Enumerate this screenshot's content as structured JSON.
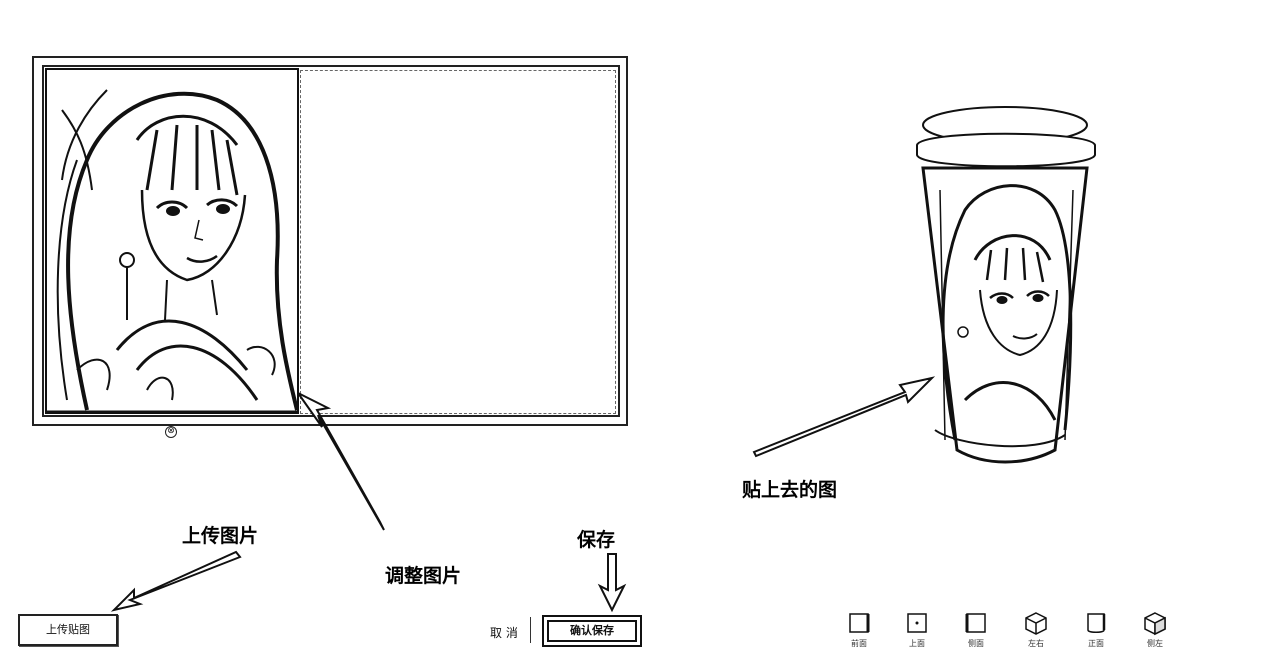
{
  "editor": {
    "rotate_glyph": "⊗"
  },
  "annotations": {
    "upload_image": "上传图片",
    "adjust_image": "调整图片",
    "save": "保存",
    "applied_image": "贴上去的图"
  },
  "buttons": {
    "upload_sticker": "上传贴图",
    "cancel": "取 消",
    "save_confirm": "确认保存"
  },
  "views": [
    {
      "label": "前面",
      "icon": "cube-front-icon"
    },
    {
      "label": "上面",
      "icon": "cube-top-icon"
    },
    {
      "label": "侧面",
      "icon": "cube-side-icon"
    },
    {
      "label": "左右",
      "icon": "cube-iso-left-icon"
    },
    {
      "label": "正面",
      "icon": "cup-front-icon"
    },
    {
      "label": "侧左",
      "icon": "cube-iso-icon"
    }
  ],
  "colors": {
    "ink": "#111111",
    "paper": "#ffffff"
  }
}
